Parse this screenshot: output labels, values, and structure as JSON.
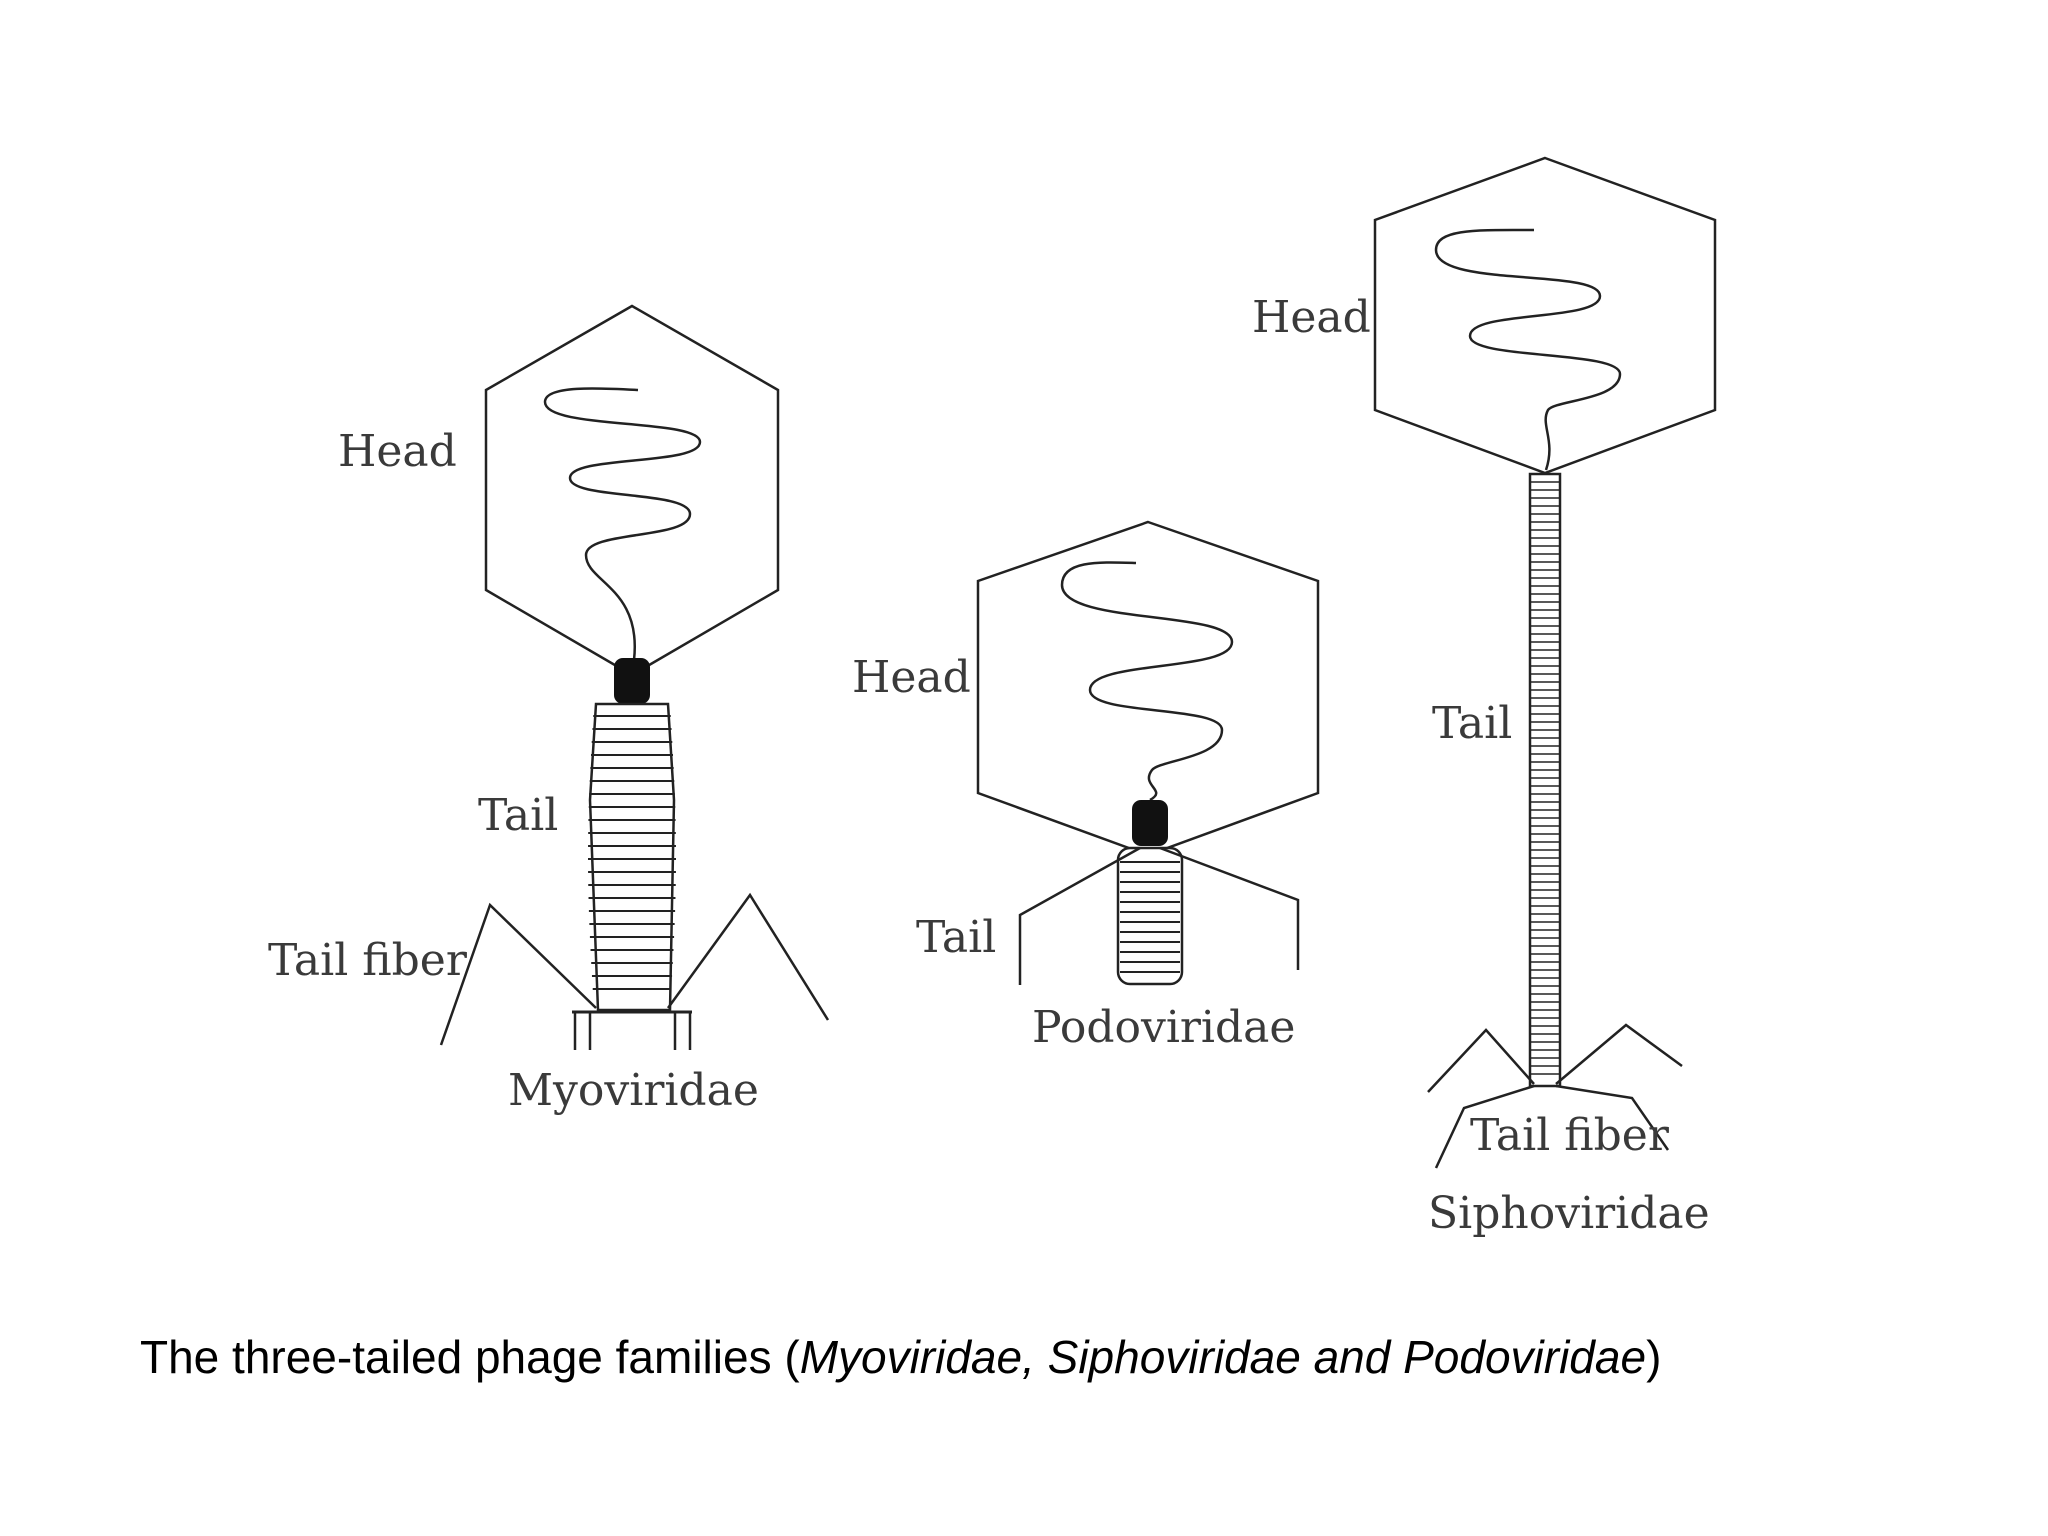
{
  "diagram": {
    "phages": [
      {
        "name": "Myoviridae",
        "labels": {
          "head": "Head",
          "tail": "Tail",
          "tail_fiber": "Tail fiber"
        }
      },
      {
        "name": "Podoviridae",
        "labels": {
          "head": "Head",
          "tail": "Tail"
        }
      },
      {
        "name": "Siphoviridae",
        "labels": {
          "head": "Head",
          "tail": "Tail",
          "tail_fiber": "Tail fiber"
        }
      }
    ]
  },
  "caption": {
    "prefix": "The three-tailed phage families (",
    "families": "Myoviridae, Siphoviridae and Podoviridae",
    "suffix": ")"
  }
}
